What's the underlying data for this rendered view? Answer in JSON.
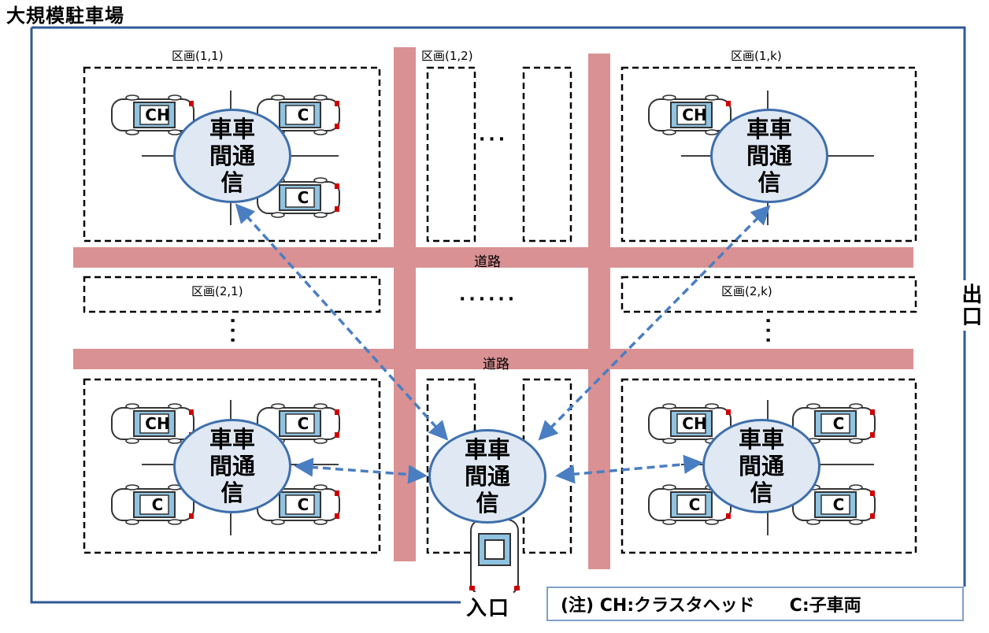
{
  "title": "大規模駐車場",
  "blocks": {
    "b11": "区画(1,1)",
    "b12": "区画(1,2)",
    "b1k": "区画(1,k)",
    "b21": "区画(2,1)",
    "b2k": "区画(2,k)"
  },
  "roads": [
    "道路",
    "道路"
  ],
  "exit_label": "出口",
  "entrance_label": "入口",
  "comm_label": "車車間通信",
  "car_labels": {
    "ch": "CH",
    "c": "C"
  },
  "note": "(注) CH:クラスタヘッド　　C:子車両",
  "colors": {
    "road": "#d99193",
    "arrow": "#4a7ec2",
    "circle_fill": "#dfe8f3",
    "circle_border": "#3f6fab"
  }
}
